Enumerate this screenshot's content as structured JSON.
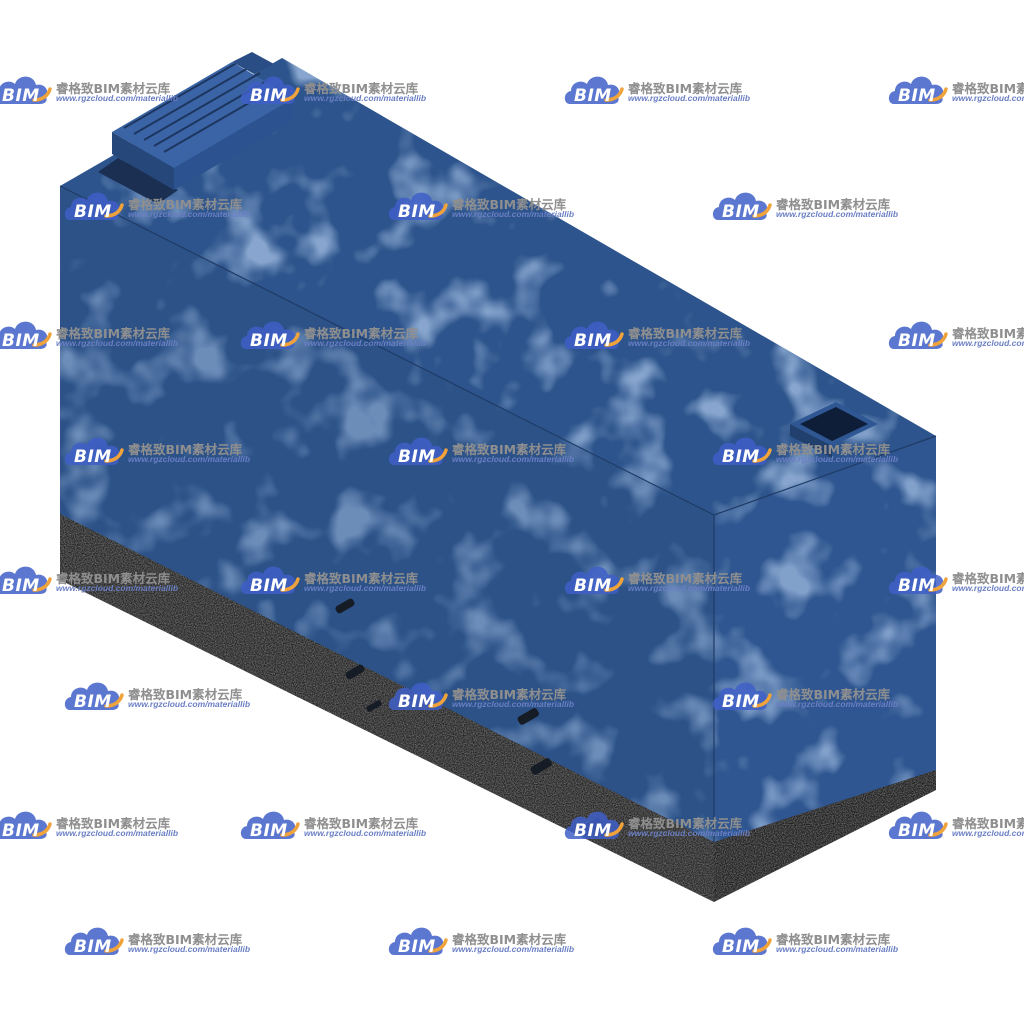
{
  "watermark": {
    "badge": "BIM",
    "title": "睿格致BIM素材云库",
    "url": "www.rgzcloud.com/materiallib",
    "cloud_color": "#3f5fc8",
    "accent_color": "#f0a33a"
  },
  "model": {
    "body_color": "#2c5288",
    "base_color": "#222222"
  }
}
